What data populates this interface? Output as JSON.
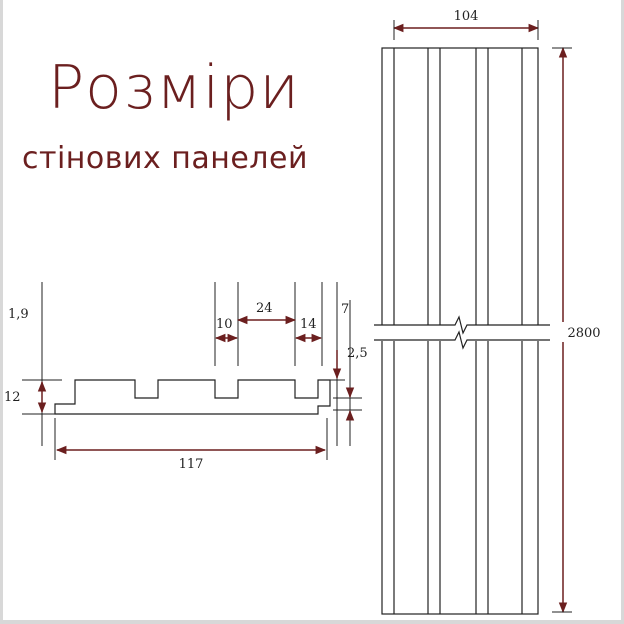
{
  "title": "Розміри",
  "subtitle": "стінових панелей",
  "colors": {
    "accent": "#6b1f1f",
    "line": "#222222"
  },
  "panel_front": {
    "width_label": "104",
    "height_label": "2800"
  },
  "profile": {
    "thickness_label": "1,9",
    "total_height_label": "12",
    "groove_width_label": "10",
    "rib_width_label": "24",
    "edge_rib_label": "14",
    "tongue_label": "7",
    "tongue_thickness_label": "2,5",
    "total_width_label": "117"
  }
}
